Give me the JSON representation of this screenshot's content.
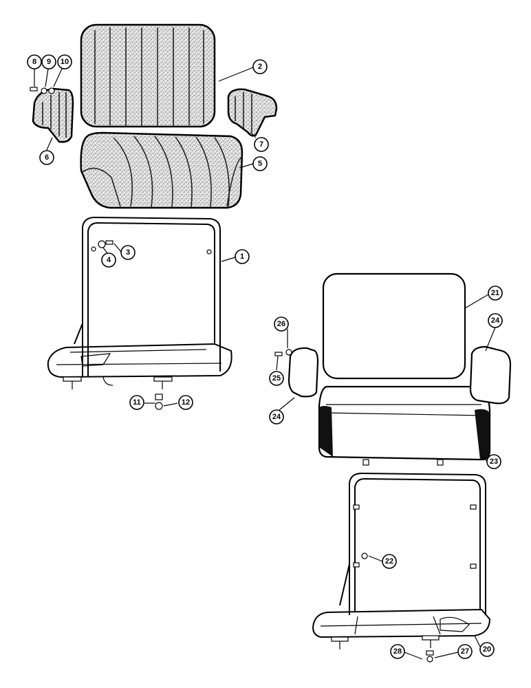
{
  "callouts": {
    "c1": "1",
    "c2": "2",
    "c3": "3",
    "c4": "4",
    "c5": "5",
    "c6": "6",
    "c7": "7",
    "c8": "8",
    "c9": "9",
    "c10": "10",
    "c11": "11",
    "c12": "12",
    "c20": "20",
    "c21": "21",
    "c22": "22",
    "c23": "23",
    "c24a": "24",
    "c24b": "24",
    "c25": "25",
    "c26": "26",
    "c27": "27",
    "c28": "28"
  }
}
